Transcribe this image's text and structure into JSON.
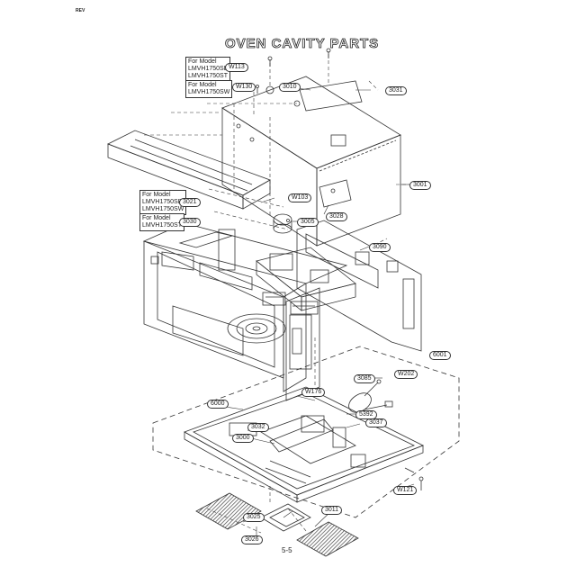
{
  "header": {
    "page_code": "REV",
    "title": "OVEN CAVITY PARTS",
    "page_number": "5-5"
  },
  "model_notes": [
    {
      "prefix": "For Model",
      "models": [
        "LMVH1750SB",
        "LMVH1750ST"
      ],
      "part": "W113"
    },
    {
      "prefix": "For Model",
      "models": [
        "LMVH1750SW"
      ],
      "part": "W130"
    },
    {
      "prefix": "For Model",
      "models": [
        "LMVH1750SB",
        "LMVH1750SW"
      ],
      "part": "3021"
    },
    {
      "prefix": "For Model",
      "models": [
        "LMVH1750ST"
      ],
      "part": "3030"
    }
  ],
  "part_labels": {
    "p3010": "3010",
    "p3031": "3031",
    "p3001": "3001",
    "pW103": "W103",
    "p3028": "3028",
    "p3005": "3005",
    "p3090": "3090",
    "p6001": "6001",
    "p3085": "3085",
    "pW202": "W202",
    "pW176": "W176",
    "p6000": "6000",
    "p5392": "5392",
    "p3037": "3037",
    "p3032": "3032",
    "p3000": "3000",
    "pW121": "W121",
    "p3011": "3011",
    "p3025": "3025",
    "p3026": "3026"
  },
  "colors": {
    "line": "#333333",
    "callout_fill": "#ffffff",
    "hatch": "#555555"
  }
}
